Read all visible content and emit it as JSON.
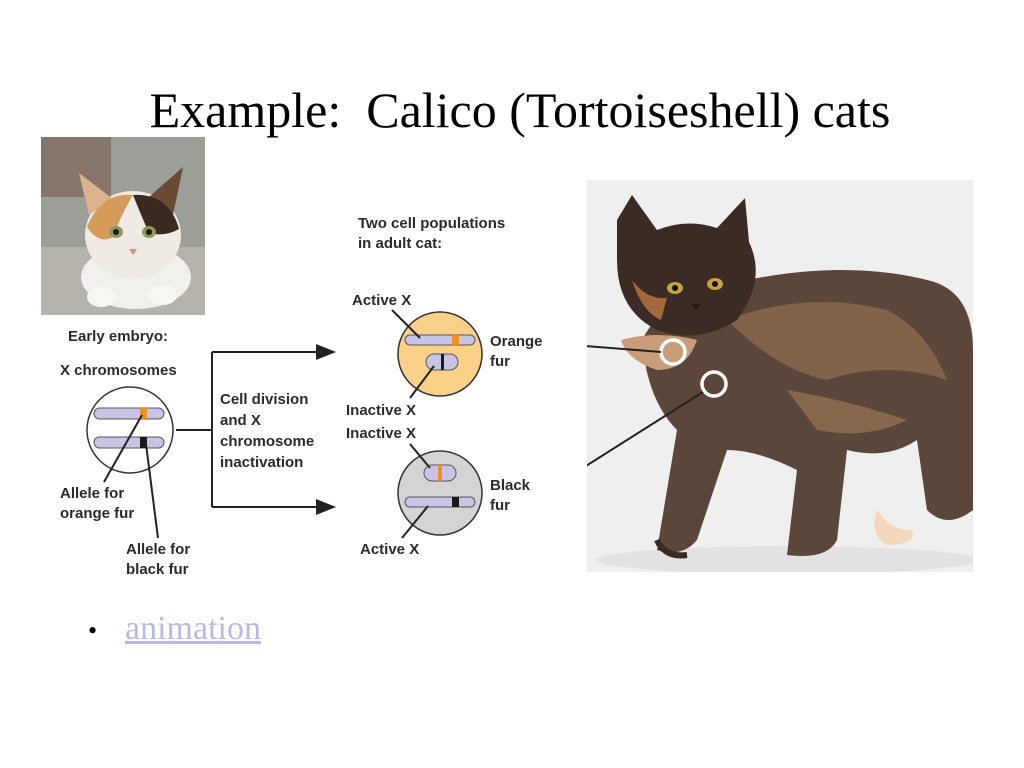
{
  "slide": {
    "title": "Example:  Calico (Tortoiseshell) cats"
  },
  "diagram": {
    "early_embryo": "Early embryo:",
    "x_chromosomes": "X chromosomes",
    "cell_division": [
      "Cell division",
      "and X",
      "chromosome",
      "inactivation"
    ],
    "allele_orange": [
      "Allele for",
      "orange fur"
    ],
    "allele_black": [
      "Allele for",
      "black fur"
    ],
    "two_cell_populations": [
      "Two cell populations",
      "in adult cat:"
    ],
    "active_x_top": "Active X",
    "inactive_x_top": "Inactive X",
    "inactive_x_bottom": "Inactive X",
    "active_x_bottom": "Active X",
    "orange_fur": [
      "Orange",
      "fur"
    ],
    "black_fur": [
      "Black",
      "fur"
    ],
    "colors": {
      "orange_cell": "#fbd089",
      "black_cell": "#d4d4d4",
      "chromosome": "#c9c3e6",
      "orange_band": "#f0901e",
      "black_band": "#1a1a1a",
      "arrow": "#222222"
    }
  },
  "images": {
    "kitten": "calico-kitten-photo",
    "cat": "tortoiseshell-cat-photo"
  },
  "bullets": [
    {
      "text": "animation",
      "link": true
    }
  ]
}
